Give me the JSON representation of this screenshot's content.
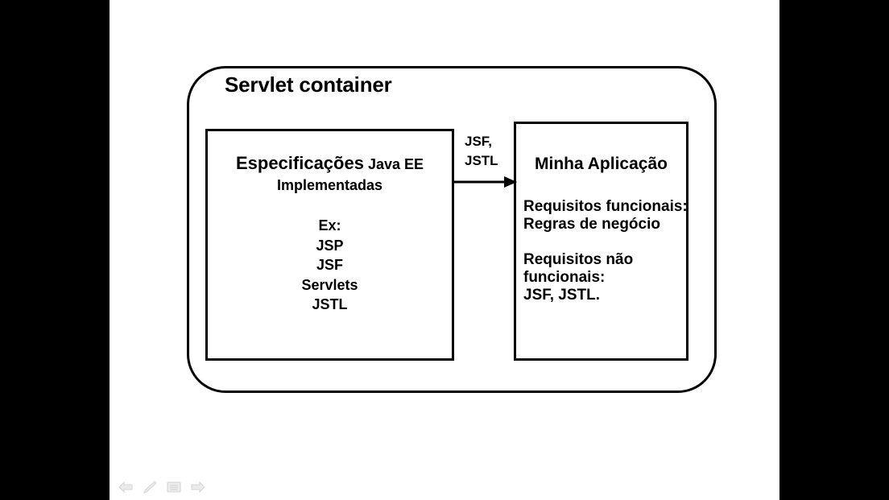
{
  "slide": {
    "container": {
      "title": "Servlet container"
    },
    "spec_box": {
      "heading_main": "Especificações",
      "heading_sub": "Java EE",
      "heading_line2": "Implementadas",
      "items": [
        "Ex:",
        "JSP",
        "JSF",
        "Servlets",
        "JSTL"
      ]
    },
    "app_box": {
      "heading": "Minha  Aplicação",
      "paragraphs": [
        [
          "Requisitos funcionais:",
          "Regras de negócio"
        ],
        [
          "Requisitos não",
          "funcionais:",
          "JSF, JSTL."
        ]
      ]
    },
    "arrow": {
      "label_line1": "JSF,",
      "label_line2": "JSTL"
    }
  },
  "controls": [
    {
      "name": "previous-slide-icon",
      "label": "Previous"
    },
    {
      "name": "pen-icon",
      "label": "Pen"
    },
    {
      "name": "menu-icon",
      "label": "Menu"
    },
    {
      "name": "next-slide-icon",
      "label": "Next"
    }
  ],
  "colors": {
    "ink": "#000000",
    "slide_background": "#ffffff",
    "letterbox": "#000000",
    "control_icon": "#e8e8e8",
    "control_icon_outline": "#d2d2d2"
  }
}
